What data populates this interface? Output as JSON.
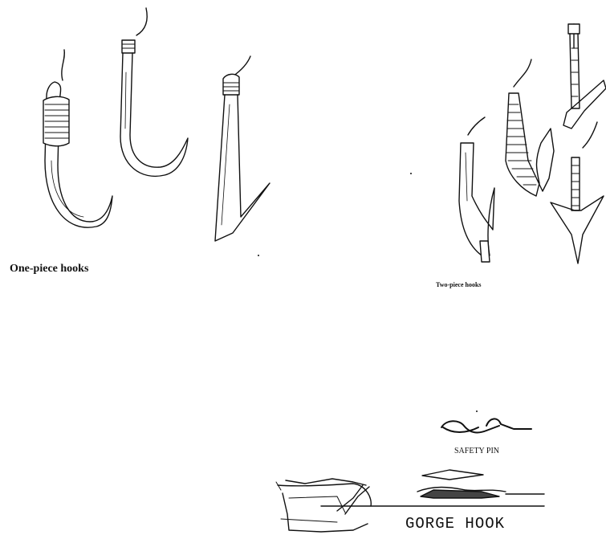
{
  "labels": {
    "one_piece": "One-piece hooks",
    "two_piece": "Two-piece hooks",
    "safety_pin": "SAFETY PIN",
    "gorge_hook": "GORGE HOOK"
  },
  "colors": {
    "ink": "#111111",
    "paper": "#ffffff"
  }
}
